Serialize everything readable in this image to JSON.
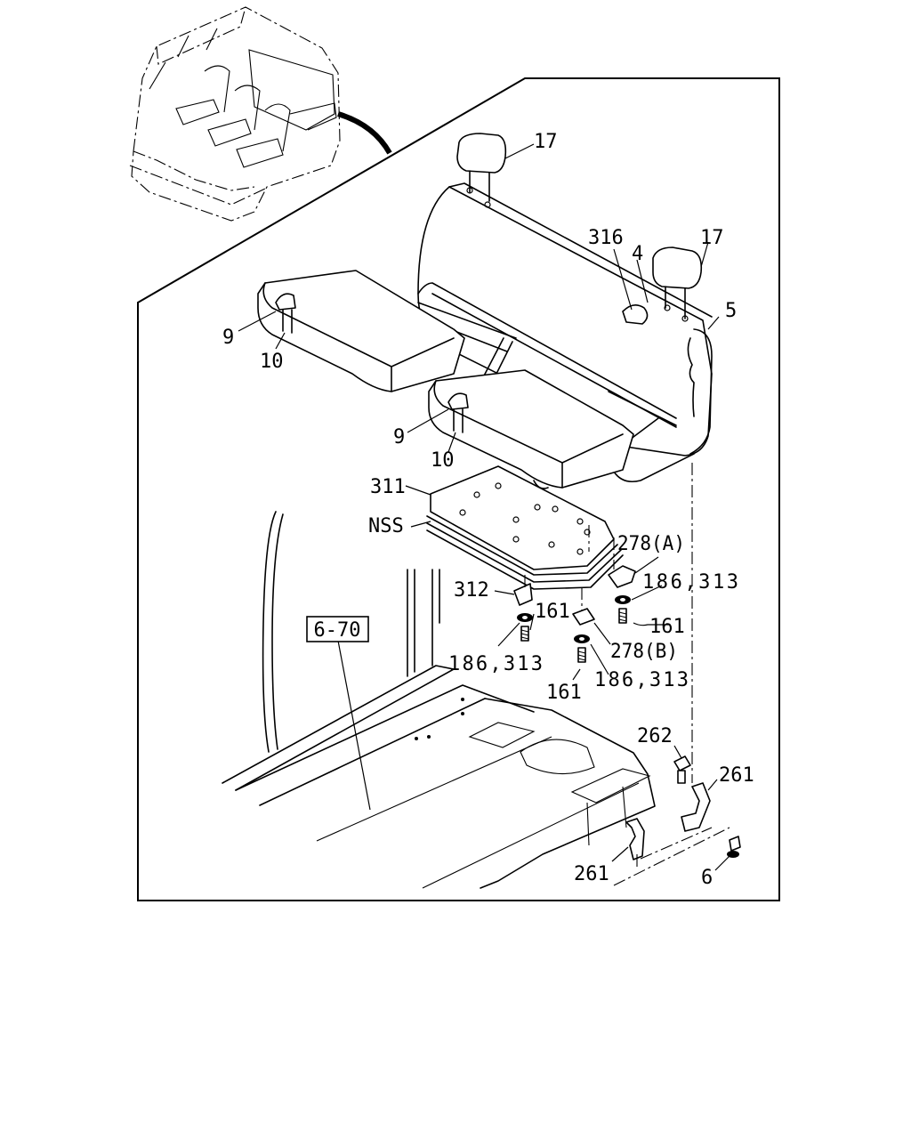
{
  "diagram": {
    "reference": "6-70",
    "callouts": {
      "headrest_left": "17",
      "headrest_right": "17",
      "cover_clip": "316",
      "cover_part": "4",
      "seatback_frame": "5",
      "hook_upper": "9",
      "strap_upper": "10",
      "hook_lower": "9",
      "strap_lower": "10",
      "seat_base": "311",
      "nss": "NSS",
      "bracket_a": "278(A)",
      "washer_a": "186,313",
      "bolt_a": "161",
      "bracket_312": "312",
      "bolt_312": "161",
      "washer_312": "186,313",
      "bracket_b": "278(B)",
      "washer_b": "186,313",
      "bolt_b": "161",
      "clip_262": "262",
      "leg_right": "261",
      "leg_left": "261",
      "screw_6": "6"
    }
  }
}
